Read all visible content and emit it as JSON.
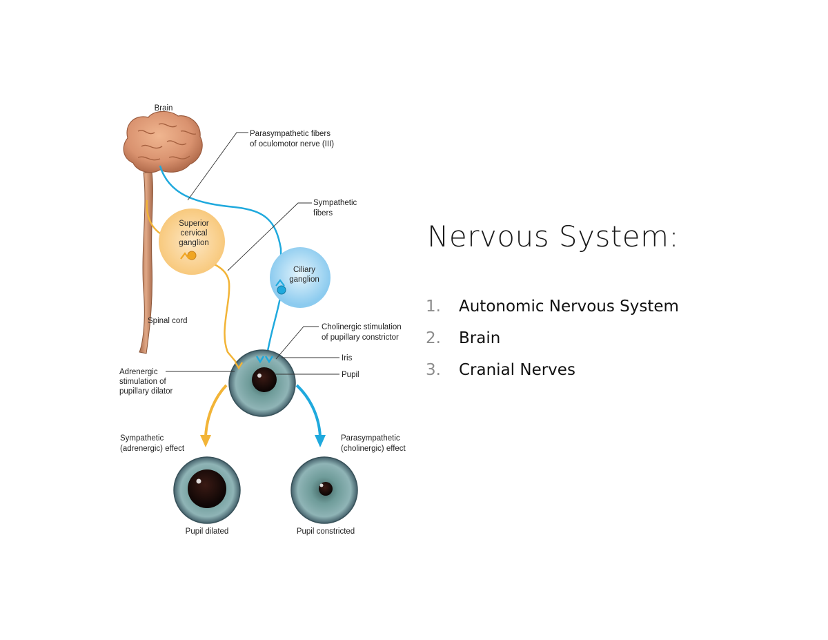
{
  "slide": {
    "title": "Nervous System:",
    "list_items": [
      {
        "number": "1.",
        "text": "Autonomic Nervous System"
      },
      {
        "number": "2.",
        "text": "Brain"
      },
      {
        "number": "3.",
        "text": "Cranial Nerves"
      }
    ]
  },
  "diagram": {
    "labels": {
      "brain": "Brain",
      "parasympathetic_fibers_line1": "Parasympathetic fibers",
      "parasympathetic_fibers_line2": "of oculomotor nerve (III)",
      "sympathetic_fibers_line1": "Sympathetic",
      "sympathetic_fibers_line2": "fibers",
      "superior_ganglion_line1": "Superior",
      "superior_ganglion_line2": "cervical",
      "superior_ganglion_line3": "ganglion",
      "ciliary_ganglion_line1": "Ciliary",
      "ciliary_ganglion_line2": "ganglion",
      "spinal_cord": "Spinal cord",
      "cholinergic_line1": "Cholinergic stimulation",
      "cholinergic_line2": "of pupillary constrictor",
      "iris": "Iris",
      "pupil": "Pupil",
      "adrenergic_line1": "Adrenergic",
      "adrenergic_line2": "stimulation of",
      "adrenergic_line3": "pupillary dilator",
      "sympathetic_effect_line1": "Sympathetic",
      "sympathetic_effect_line2": "(adrenergic) effect",
      "parasympathetic_effect_line1": "Parasympathetic",
      "parasympathetic_effect_line2": "(cholinergic) effect",
      "pupil_dilated": "Pupil dilated",
      "pupil_constricted": "Pupil constricted"
    },
    "colors": {
      "sympathetic_fiber": "#f2b437",
      "parasympathetic_fiber": "#1fa9dd",
      "superior_ganglion": "#fbd8a0",
      "ciliary_ganglion": "#a9d8f2",
      "brain": "#d9926f",
      "spinal_cord": "#c98d6c",
      "iris": "#6e9aa3",
      "pupil": "#1a0d0a"
    }
  }
}
